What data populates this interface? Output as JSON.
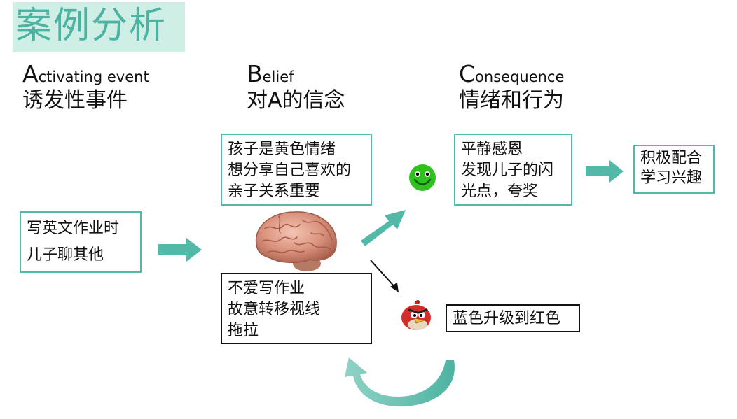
{
  "title": "案例分析",
  "headers": {
    "a": {
      "first": "A",
      "rest": "ctivating event",
      "cn": "诱发性事件"
    },
    "b": {
      "first": "B",
      "rest": "elief",
      "cn": "对A的信念"
    },
    "c": {
      "first": "C",
      "rest": "onsequence",
      "cn": "情绪和行为"
    }
  },
  "boxes": {
    "event": [
      "写英文作业时",
      "儿子聊其他"
    ],
    "belief_positive": [
      "孩子是黄色情绪",
      "想分享自己喜欢的",
      "亲子关系重要"
    ],
    "belief_negative": [
      "不爱写作业",
      "故意转移视线",
      "拖拉"
    ],
    "consequence_positive": [
      "平静感恩",
      "发现儿子的闪",
      "光点，夸奖"
    ],
    "result_positive": [
      "积极配合",
      "学习兴趣"
    ],
    "consequence_negative": "蓝色升级到红色"
  },
  "icons": {
    "brain": "brain-image",
    "smiley": "green-smiley-icon",
    "angry_bird": "red-angry-bird-icon"
  },
  "colors": {
    "accent": "#52b8a7",
    "title_bg": "#cfeee6",
    "title_text": "#4cb3a3",
    "smiley": "#2fc21c"
  }
}
